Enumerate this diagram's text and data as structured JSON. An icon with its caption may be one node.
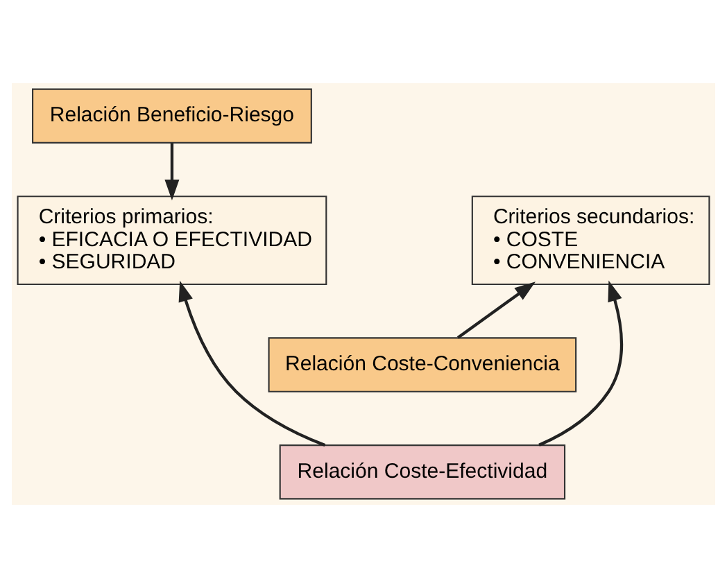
{
  "diagram": {
    "nodes": [
      {
        "text": [
          "Relación Beneficio-Riesgo"
        ]
      },
      {
        "text": [
          "Criterios primarios:",
          "• EFICACIA O EFECTIVIDAD",
          "• SEGURIDAD"
        ]
      },
      {
        "text": [
          "Criterios secundarios:",
          "• COSTE",
          "• CONVENIENCIA"
        ]
      },
      {
        "text": [
          "Relación Coste-Conveniencia"
        ]
      },
      {
        "text": [
          "Relación Coste-Efectividad"
        ]
      }
    ],
    "edges": [
      {
        "from": 0,
        "to": 1,
        "arrow": "to"
      },
      {
        "from": 3,
        "to": 2,
        "arrow": "to"
      },
      {
        "from": 4,
        "to": 1,
        "arrow": "to"
      },
      {
        "from": 4,
        "to": 2,
        "arrow": "to"
      }
    ]
  }
}
